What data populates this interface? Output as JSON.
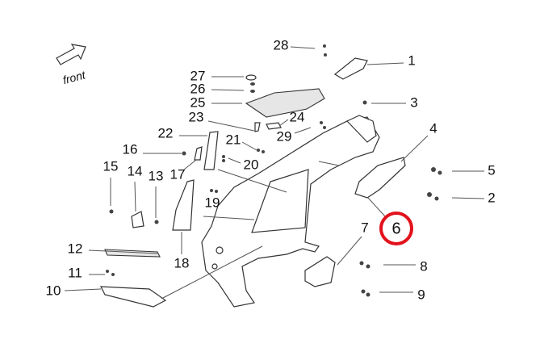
{
  "orientation": {
    "text": "front",
    "icon": "arrow-icon"
  },
  "callouts": [
    "1",
    "2",
    "3",
    "4",
    "5",
    "6",
    "7",
    "8",
    "9",
    "10",
    "11",
    "12",
    "13",
    "14",
    "15",
    "16",
    "17",
    "18",
    "19",
    "20",
    "21",
    "22",
    "23",
    "24",
    "25",
    "26",
    "27",
    "28",
    "29"
  ],
  "highlight": {
    "label": "6",
    "color": "#e3111b"
  }
}
